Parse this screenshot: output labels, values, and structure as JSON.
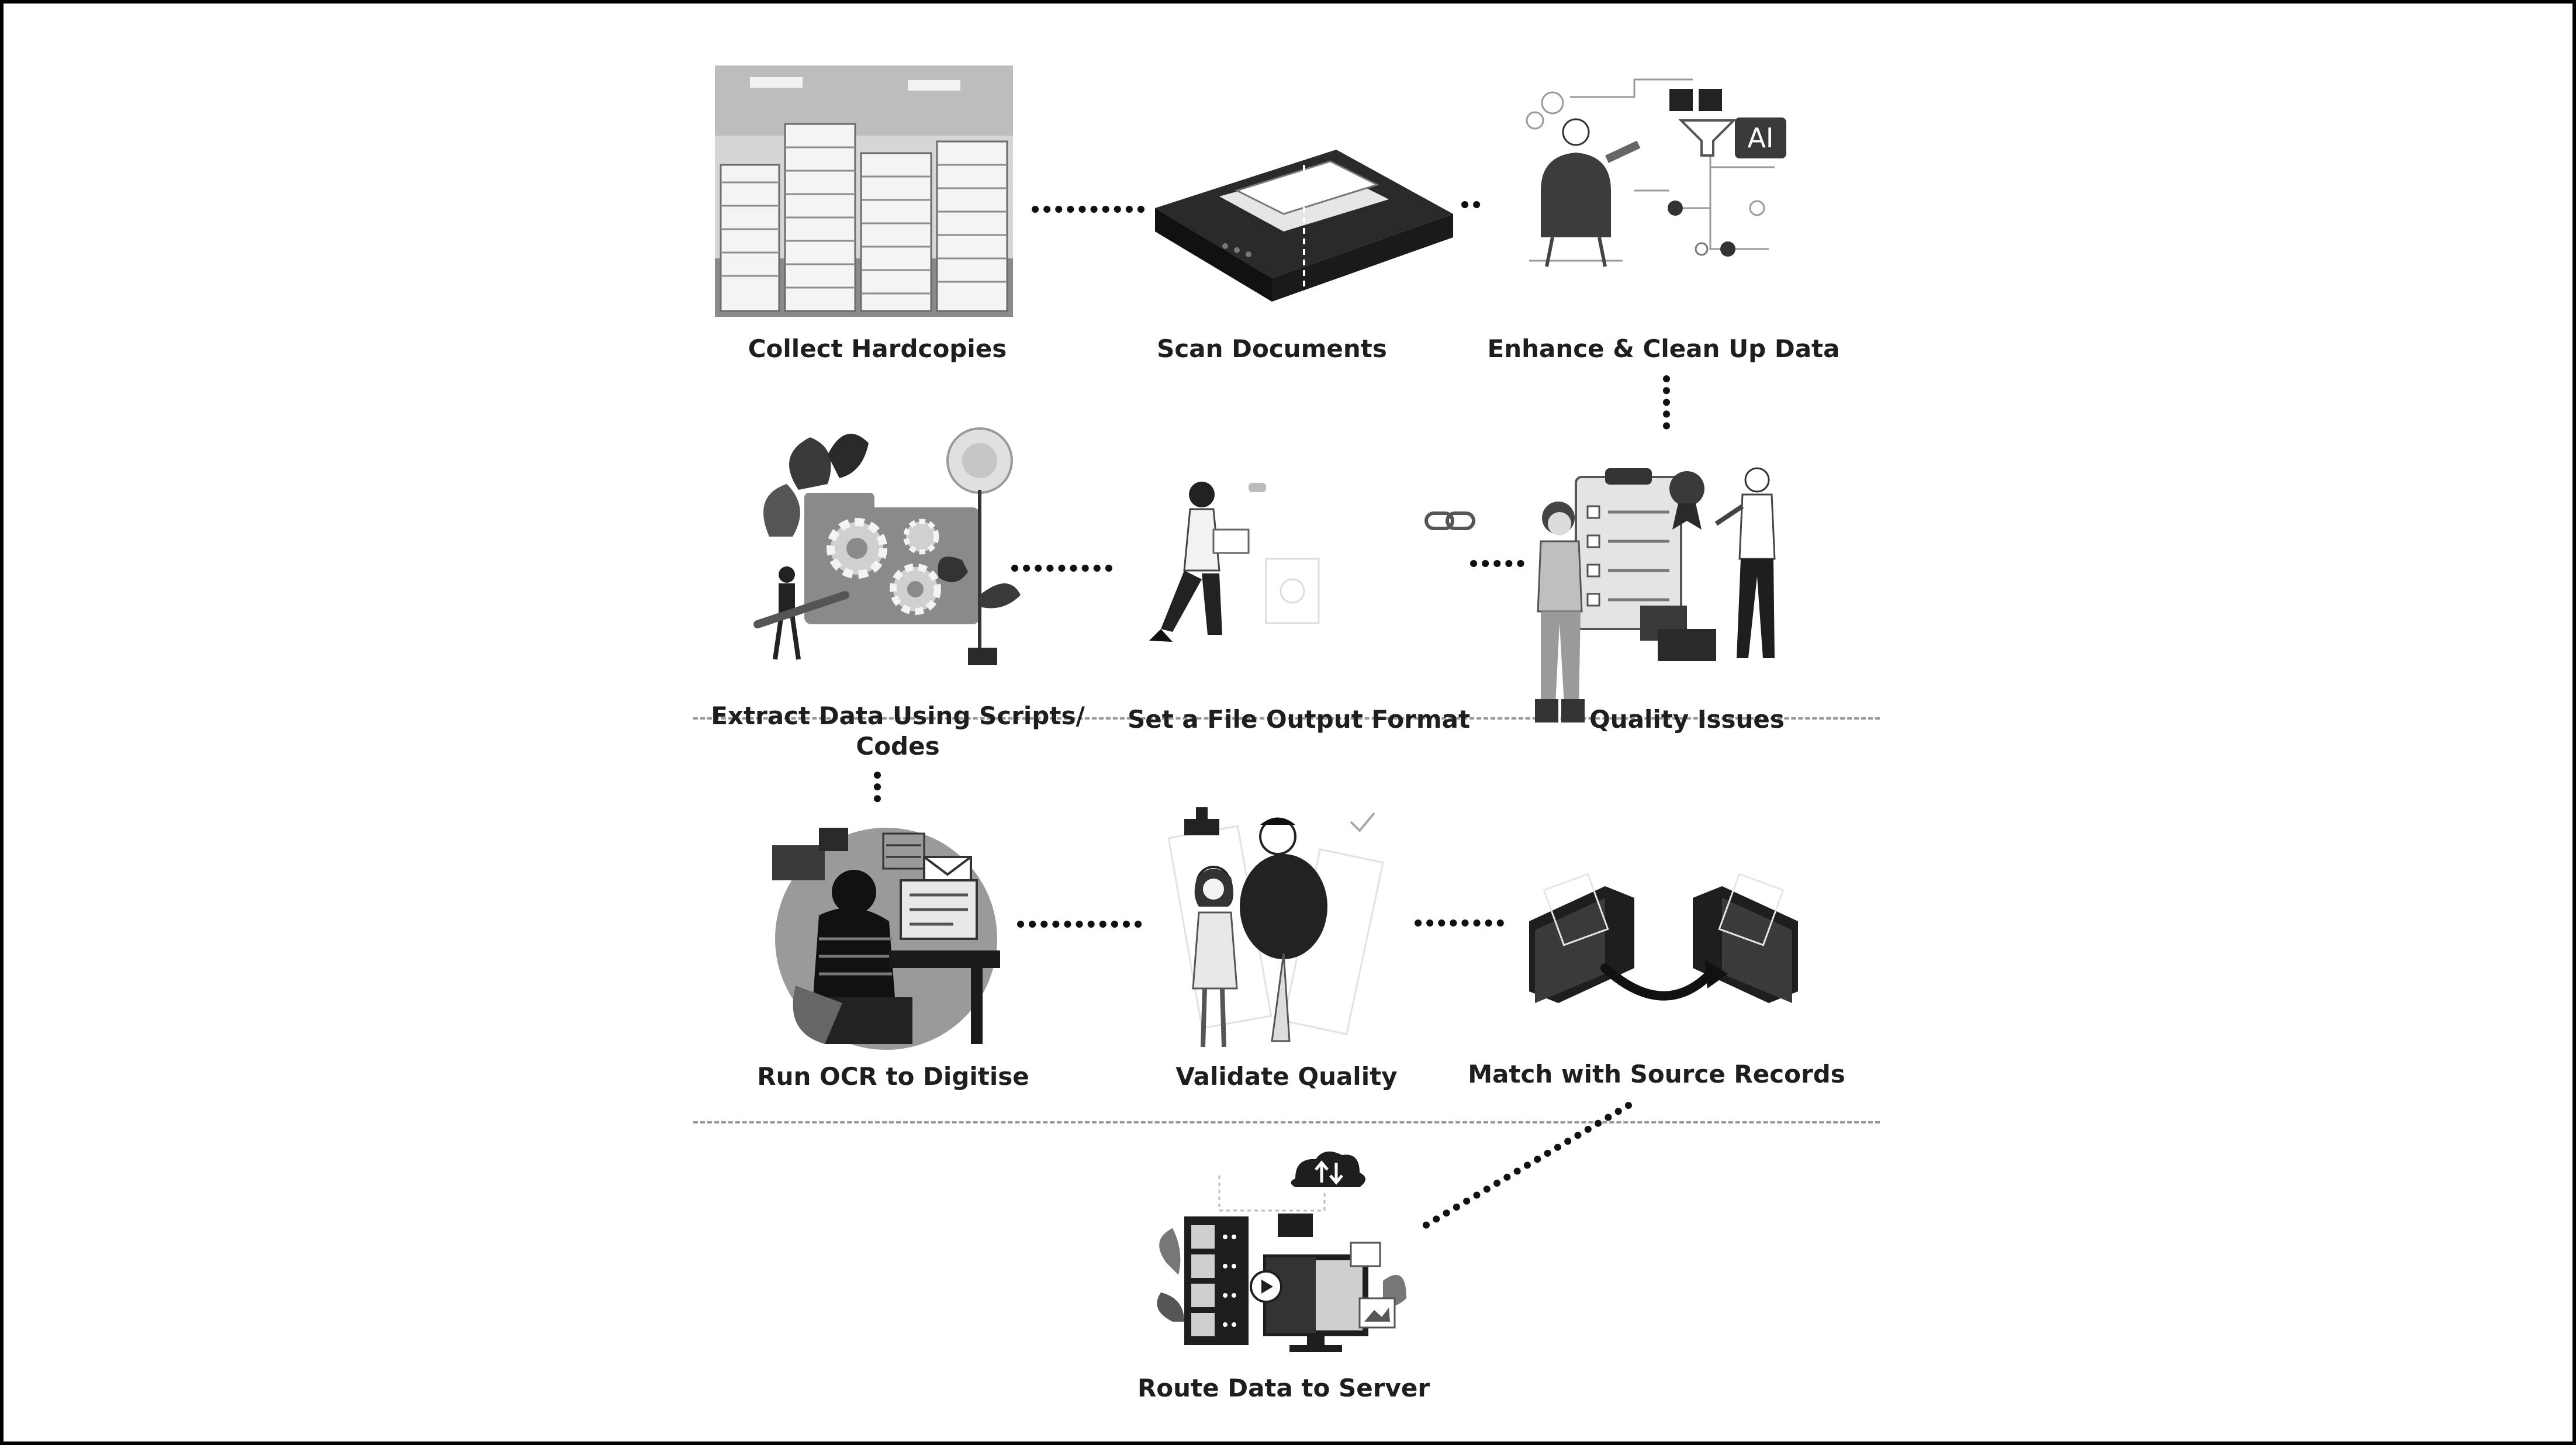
{
  "steps": {
    "collect": "Collect Hardcopies",
    "scan": "Scan Documents",
    "enhance": "Enhance & Clean Up Data",
    "extract_line1": "Extract Data Using Scripts/",
    "extract_line2": "Codes",
    "format": "Set a File Output Format",
    "quality": "Quality Issues",
    "ocr": "Run OCR to Digitise",
    "validate": "Validate Quality",
    "match": "Match with Source Records",
    "route": "Route Data to Server"
  },
  "badges": {
    "ai": "AI"
  },
  "colors": {
    "ink": "#1e1e1e",
    "dark": "#2b2b2b",
    "mid": "#777777",
    "light": "#cfcfcf",
    "dashed": "#9a9a9a"
  }
}
